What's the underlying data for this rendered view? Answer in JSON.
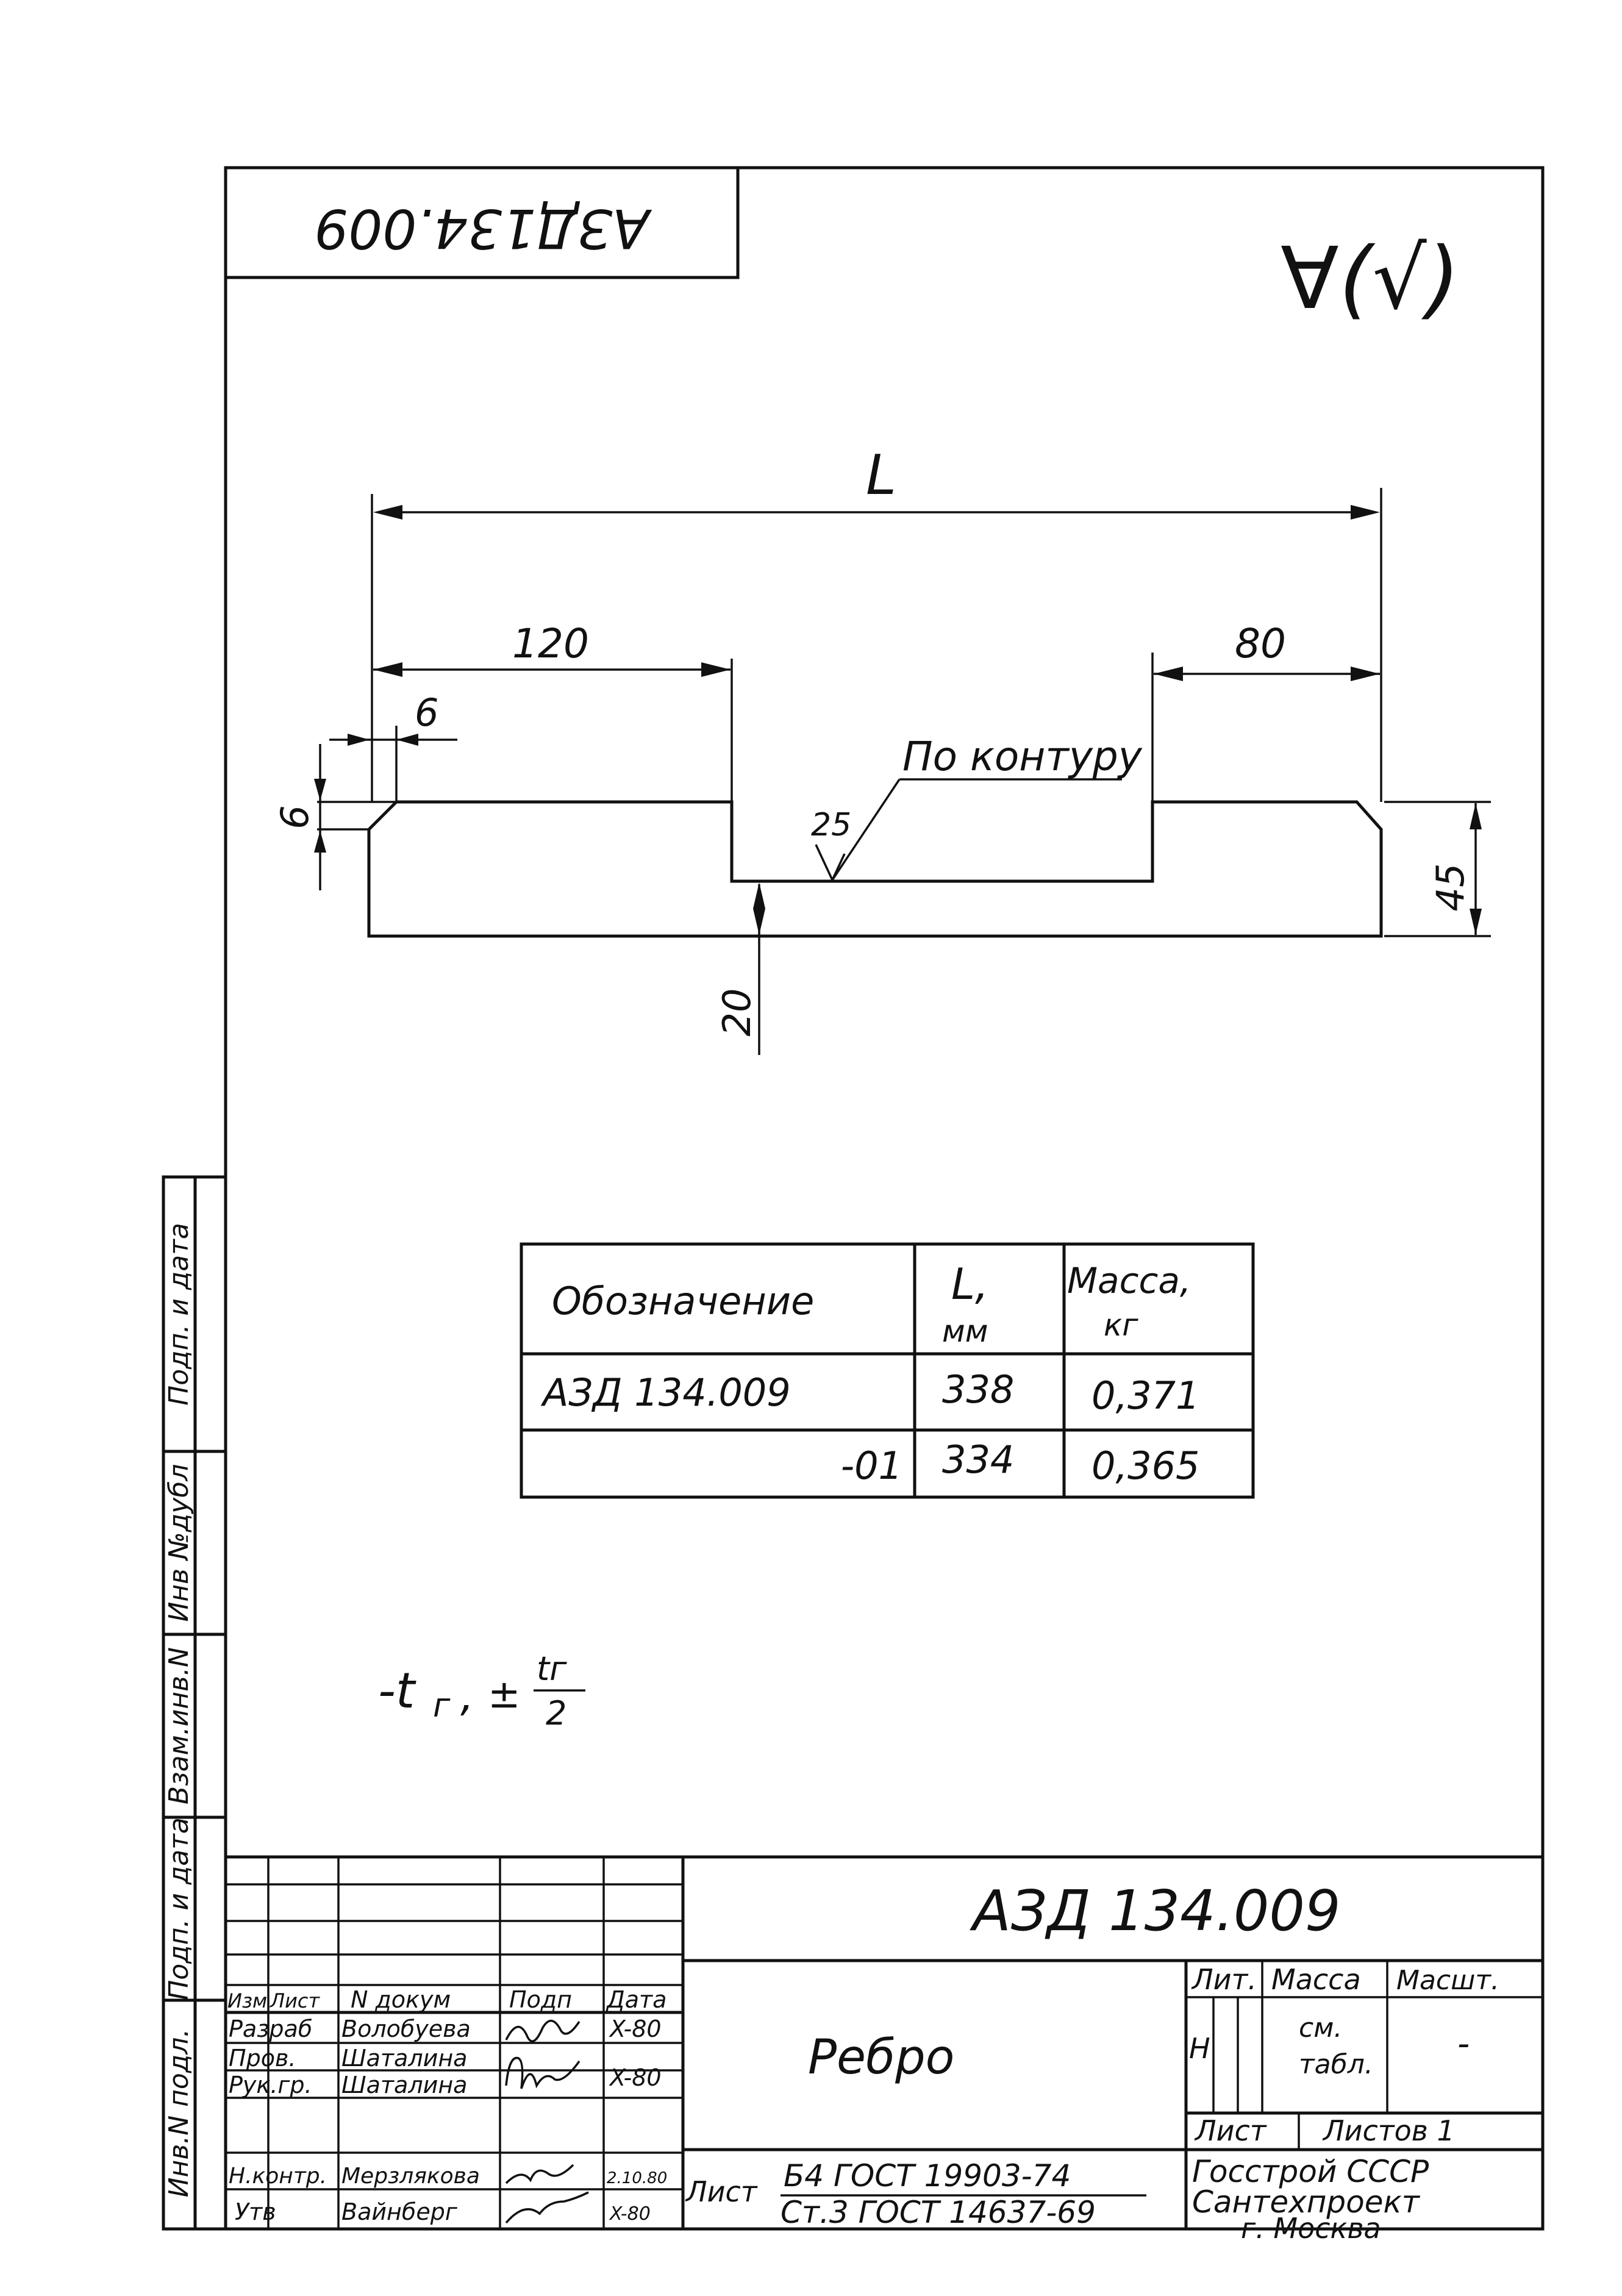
{
  "drawing": {
    "code_stamp": "АЗД134.009",
    "roughness_symbol": "∀(√)",
    "dimensions": {
      "length": "L",
      "left_offset": "120",
      "right_offset": "80",
      "chamfer_width": "6",
      "chamfer_height": "6",
      "notch_depth": "20",
      "height": "45",
      "weld_size": "25",
      "weld_note": "По контуру"
    },
    "tolerance_note_a": "-t",
    "tolerance_note_a_sub": "г",
    "tolerance_note_b": "±",
    "tolerance_fraction_num": "tг",
    "tolerance_fraction_den": "2"
  },
  "spec_table": {
    "headers": [
      "Обозначение",
      "L,",
      "мм",
      "Масса,",
      "кг"
    ],
    "rows": [
      {
        "designation": "АЗД 134.009",
        "length": "338",
        "mass": "0,371"
      },
      {
        "designation": "-01",
        "length": "334",
        "mass": "0,365"
      }
    ]
  },
  "side_strip": [
    "Подп. и дата",
    "Инв №дубл",
    "Взам.инв.N",
    "Подп. и дата",
    "Инв.N подл."
  ],
  "title_block": {
    "doc_number": "АЗД 134.009",
    "part_name": "Ребро",
    "col_izm": "Изм",
    "col_list": "Лист",
    "col_ndoc": "N докум",
    "col_podp": "Подп",
    "col_data": "Дата",
    "roles": [
      {
        "role": "Разраб",
        "name": "Волобуева",
        "date": "X-80"
      },
      {
        "role": "Пров.",
        "name": "Шаталина",
        "date": "X-80"
      },
      {
        "role": "Рук.гр.",
        "name": "Шаталина",
        "date": ""
      },
      {
        "role": "Н.контр.",
        "name": "Мерзлякова",
        "date": "2.10.80"
      },
      {
        "role": "Утв",
        "name": "Вайнберг",
        "date": "X-80"
      }
    ],
    "lit_label": "Лит.",
    "lit_value": "Н",
    "mass_label": "Масса",
    "mass_value_1": "см.",
    "mass_value_2": "табл.",
    "scale_label": "Масшт.",
    "scale_value": "-",
    "sheet_label": "Лист",
    "sheets_label": "Листов 1",
    "material_label": "Лист",
    "material_line1": "Б4 ГОСТ 19903-74",
    "material_line2": "Ст.3 ГОСТ 14637-69",
    "org_line1": "Госстрой СССР",
    "org_line2": "Сантехпроект",
    "org_line3": "г. Москва"
  }
}
